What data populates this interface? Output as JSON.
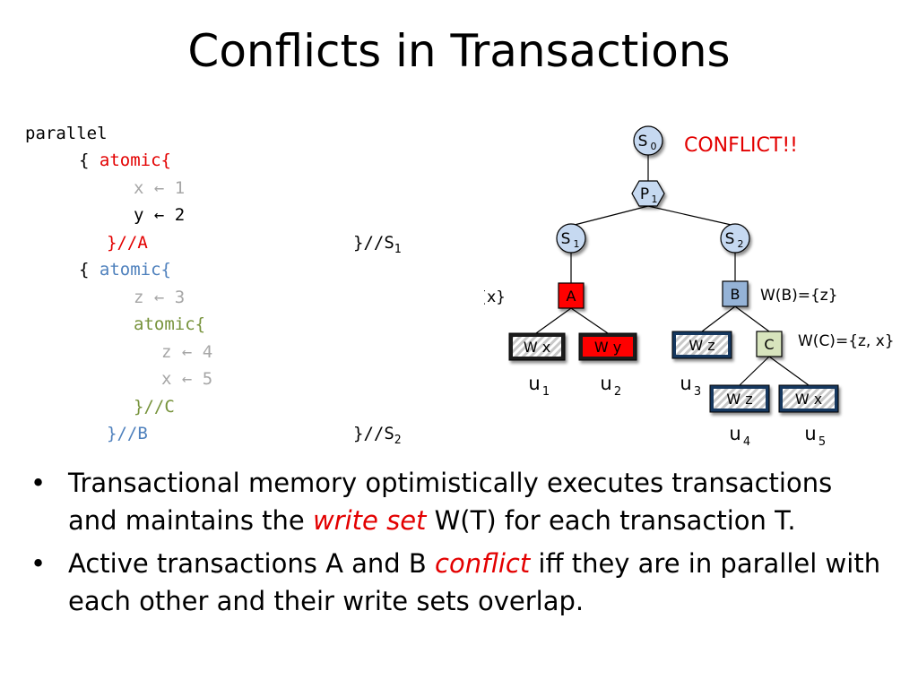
{
  "title": "Conflicts in Transactions",
  "code": {
    "l1": "parallel",
    "l2a": "{ ",
    "l2b": "atomic{",
    "l3": "x ← 1",
    "l4": "y ← 2",
    "l5": "}//A",
    "l5r": "}//S",
    "l5r_sub": "1",
    "l6a": "{ ",
    "l6b": "atomic{",
    "l7": "z ← 3",
    "l8": "atomic{",
    "l9": "z ← 4",
    "l10": "x ← 5",
    "l11": "}//C",
    "l12": "}//B",
    "l12r": "}//S",
    "l12r_sub": "2"
  },
  "tree": {
    "conflict_label": "CONFLICT!!",
    "s0": "S",
    "s0_sub": "0",
    "p1": "P",
    "p1_sub": "1",
    "s1": "S",
    "s1_sub": "1",
    "s2": "S",
    "s2_sub": "2",
    "a": "A",
    "b": "B",
    "c": "C",
    "wa": "W(A)={x}",
    "wb": "W(B)={z}",
    "wc": "W(C)={z, x}",
    "u1_op": "W x",
    "u2_op": "W y",
    "u3_op": "W z",
    "u4_op": "W z",
    "u5_op": "W x",
    "u1": "u",
    "u1_sub": "1",
    "u2": "u",
    "u2_sub": "2",
    "u3": "u",
    "u3_sub": "3",
    "u4": "u",
    "u4_sub": "4",
    "u5": "u",
    "u5_sub": "5"
  },
  "bullets": {
    "dot": "•",
    "b1_pre": "Transactional memory optimistically executes transactions and maintains the ",
    "b1_em": "write set",
    "b1_post": " W(T) for each transaction T.",
    "b2_pre": "Active transactions A and B ",
    "b2_em": "conflict",
    "b2_post": " iff they are in parallel with each other and their write sets overlap."
  },
  "colors": {
    "red_node": "#ff0000",
    "blue_node": "#95b3d7",
    "green_node": "#d7e4bd",
    "circle_fill": "#c6d9f1",
    "conflict": "#e30000"
  }
}
